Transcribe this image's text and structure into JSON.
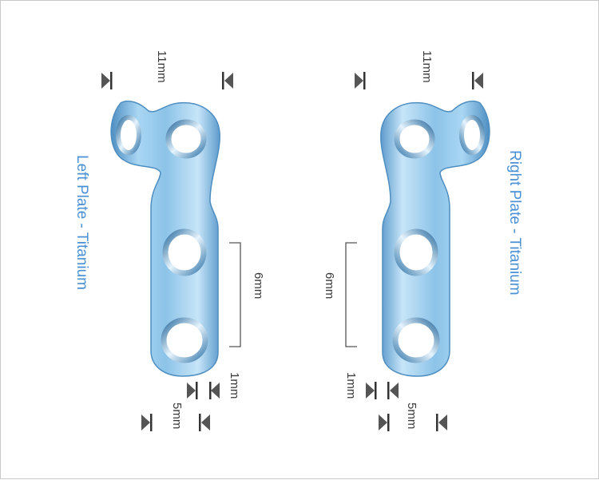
{
  "left_plate": {
    "label": "Left Plate - Titanium",
    "top_width": "11mm",
    "hole_spacing": "6mm",
    "thickness": "1mm",
    "bottom_width": "5mm"
  },
  "right_plate": {
    "label": "Right Plate - Titanium",
    "top_width": "11mm",
    "hole_spacing": "6mm",
    "thickness": "1mm",
    "bottom_width": "5mm"
  },
  "colors": {
    "plate_body": "#8cc3e8",
    "plate_light": "#d9eefb",
    "plate_dark": "#3f7fb2",
    "label": "#4a90d4",
    "marker": "#555555"
  }
}
